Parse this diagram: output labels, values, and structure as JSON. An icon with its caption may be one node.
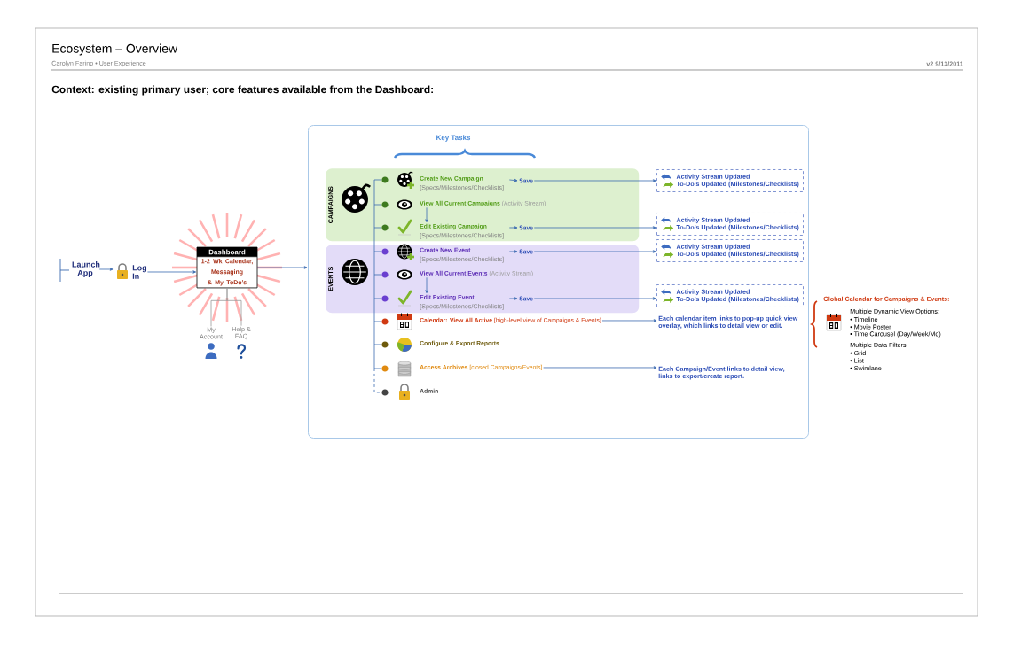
{
  "diagram": {
    "title": "Ecosystem – Overview",
    "nodes": [
      {
        "text": [
          "Launch App"
        ]
      },
      {
        "text": [
          "Log In"
        ]
      },
      {
        "text": [
          "Dashboard",
          "1-2 Wk Calendar, Messaging & My ToDo’s"
        ]
      },
      {
        "text": [
          "My Account"
        ]
      },
      {
        "text": [
          "Help & FAQ"
        ]
      },
      {
        "text": [],
        "shape": "box"
      },
      {
        "text": [
          "CAMPAIGNS"
        ],
        "in": 5
      },
      {
        "text": [
          "EVENTS"
        ],
        "in": 5
      },
      {
        "text": [
          "Create New Campaign",
          "[Specs/Milestones/Checklists]"
        ],
        "in": 6
      },
      {
        "text": [
          "Save"
        ],
        "in": 6
      },
      {
        "text": [
          "Activity Stream Updated",
          "To-Do’s Updated (Milestones/Checklists)"
        ],
        "in": 5
      },
      {
        "text": [
          "View All Current Campaigns",
          "(Activity Stream)"
        ],
        "in": 6
      },
      {
        "text": [
          "Edit Existing Campaign",
          "[Specs/Milestones/Checklists]"
        ],
        "in": 6
      },
      {
        "text": [
          "Save"
        ],
        "in": 6
      },
      {
        "text": [
          "Activity Stream Updated",
          "To-Do’s Updated (Milestones/Checklists)"
        ],
        "in": 5
      },
      {
        "text": [
          "Create New Event",
          "[Specs/Milestones/Checklists]"
        ],
        "in": 7
      },
      {
        "text": [
          "Save"
        ],
        "in": 7
      },
      {
        "text": [
          "Activity Stream Updated",
          "To-Do’s Updated (Milestones/Checklists)"
        ],
        "in": 5
      },
      {
        "text": [
          "View All Current Events",
          "(Activity Stream)"
        ],
        "in": 7
      },
      {
        "text": [
          "Edit Existing Event",
          "[Specs/Milestones/Checklists]"
        ],
        "in": 7
      },
      {
        "text": [
          "Save"
        ],
        "in": 7
      },
      {
        "text": [
          "Activity Stream Updated",
          "To-Do’s Updated (Milestones/Checklists)"
        ],
        "in": 5
      },
      {
        "text": [
          "Calendar: View All Active",
          "[high-level view of Campaigns & Events]"
        ],
        "in": 5
      },
      {
        "text": [
          "Each calendar item links to pop-up quick view overlay, which links to detail view or edit."
        ],
        "in": 5
      },
      {
        "text": [
          "Configure & Export Reports"
        ],
        "in": 5
      },
      {
        "text": [
          "Access Archives",
          "[closed Campaigns/Events]"
        ],
        "in": 5
      },
      {
        "text": [
          "Each Campaign/Event links to detail view, links to export/create report."
        ],
        "in": 5
      },
      {
        "text": [
          "Admin"
        ],
        "in": 5
      }
    ],
    "edges": [
      {
        "from": 0,
        "to": 1,
        "arrow": "to"
      },
      {
        "from": 1,
        "to": 2,
        "arrow": "to"
      },
      {
        "from": 2,
        "to": 3,
        "arrow": "none",
        "color": "#999999"
      },
      {
        "from": 2,
        "to": 4,
        "arrow": "none",
        "color": "#999999"
      },
      {
        "from": 2,
        "to": 5,
        "arrow": "to"
      },
      {
        "from": 8,
        "to": 9,
        "arrow": "to"
      },
      {
        "from": 9,
        "to": 10,
        "arrow": "to"
      },
      {
        "from": 11,
        "to": 12,
        "arrow": "to"
      },
      {
        "from": 12,
        "to": 13,
        "arrow": "to"
      },
      {
        "from": 13,
        "to": 14,
        "arrow": "to"
      },
      {
        "from": 15,
        "to": 16,
        "arrow": "to"
      },
      {
        "from": 16,
        "to": 17,
        "arrow": "to"
      },
      {
        "from": 18,
        "to": 19,
        "arrow": "to"
      },
      {
        "from": 19,
        "to": 20,
        "arrow": "to"
      },
      {
        "from": 20,
        "to": 21,
        "arrow": "to"
      },
      {
        "from": 22,
        "to": 23,
        "arrow": "to"
      },
      {
        "from": 25,
        "to": 26,
        "arrow": "to"
      }
    ],
    "labels": [
      "Carolyn Farino • User Experience",
      "v2  9/13/2011",
      "Context: existing primary user; core features available from the Dashboard:",
      "Key Tasks",
      "Global Calendar for Campaigns & Events:",
      "Multiple Dynamic View Options:",
      "• Timeline",
      "• Movie Poster",
      "• Time Carousel (Day/Week/Mo)",
      "Multiple Data Filters:",
      "• Grid",
      "• List",
      "• Swimlane"
    ]
  }
}
